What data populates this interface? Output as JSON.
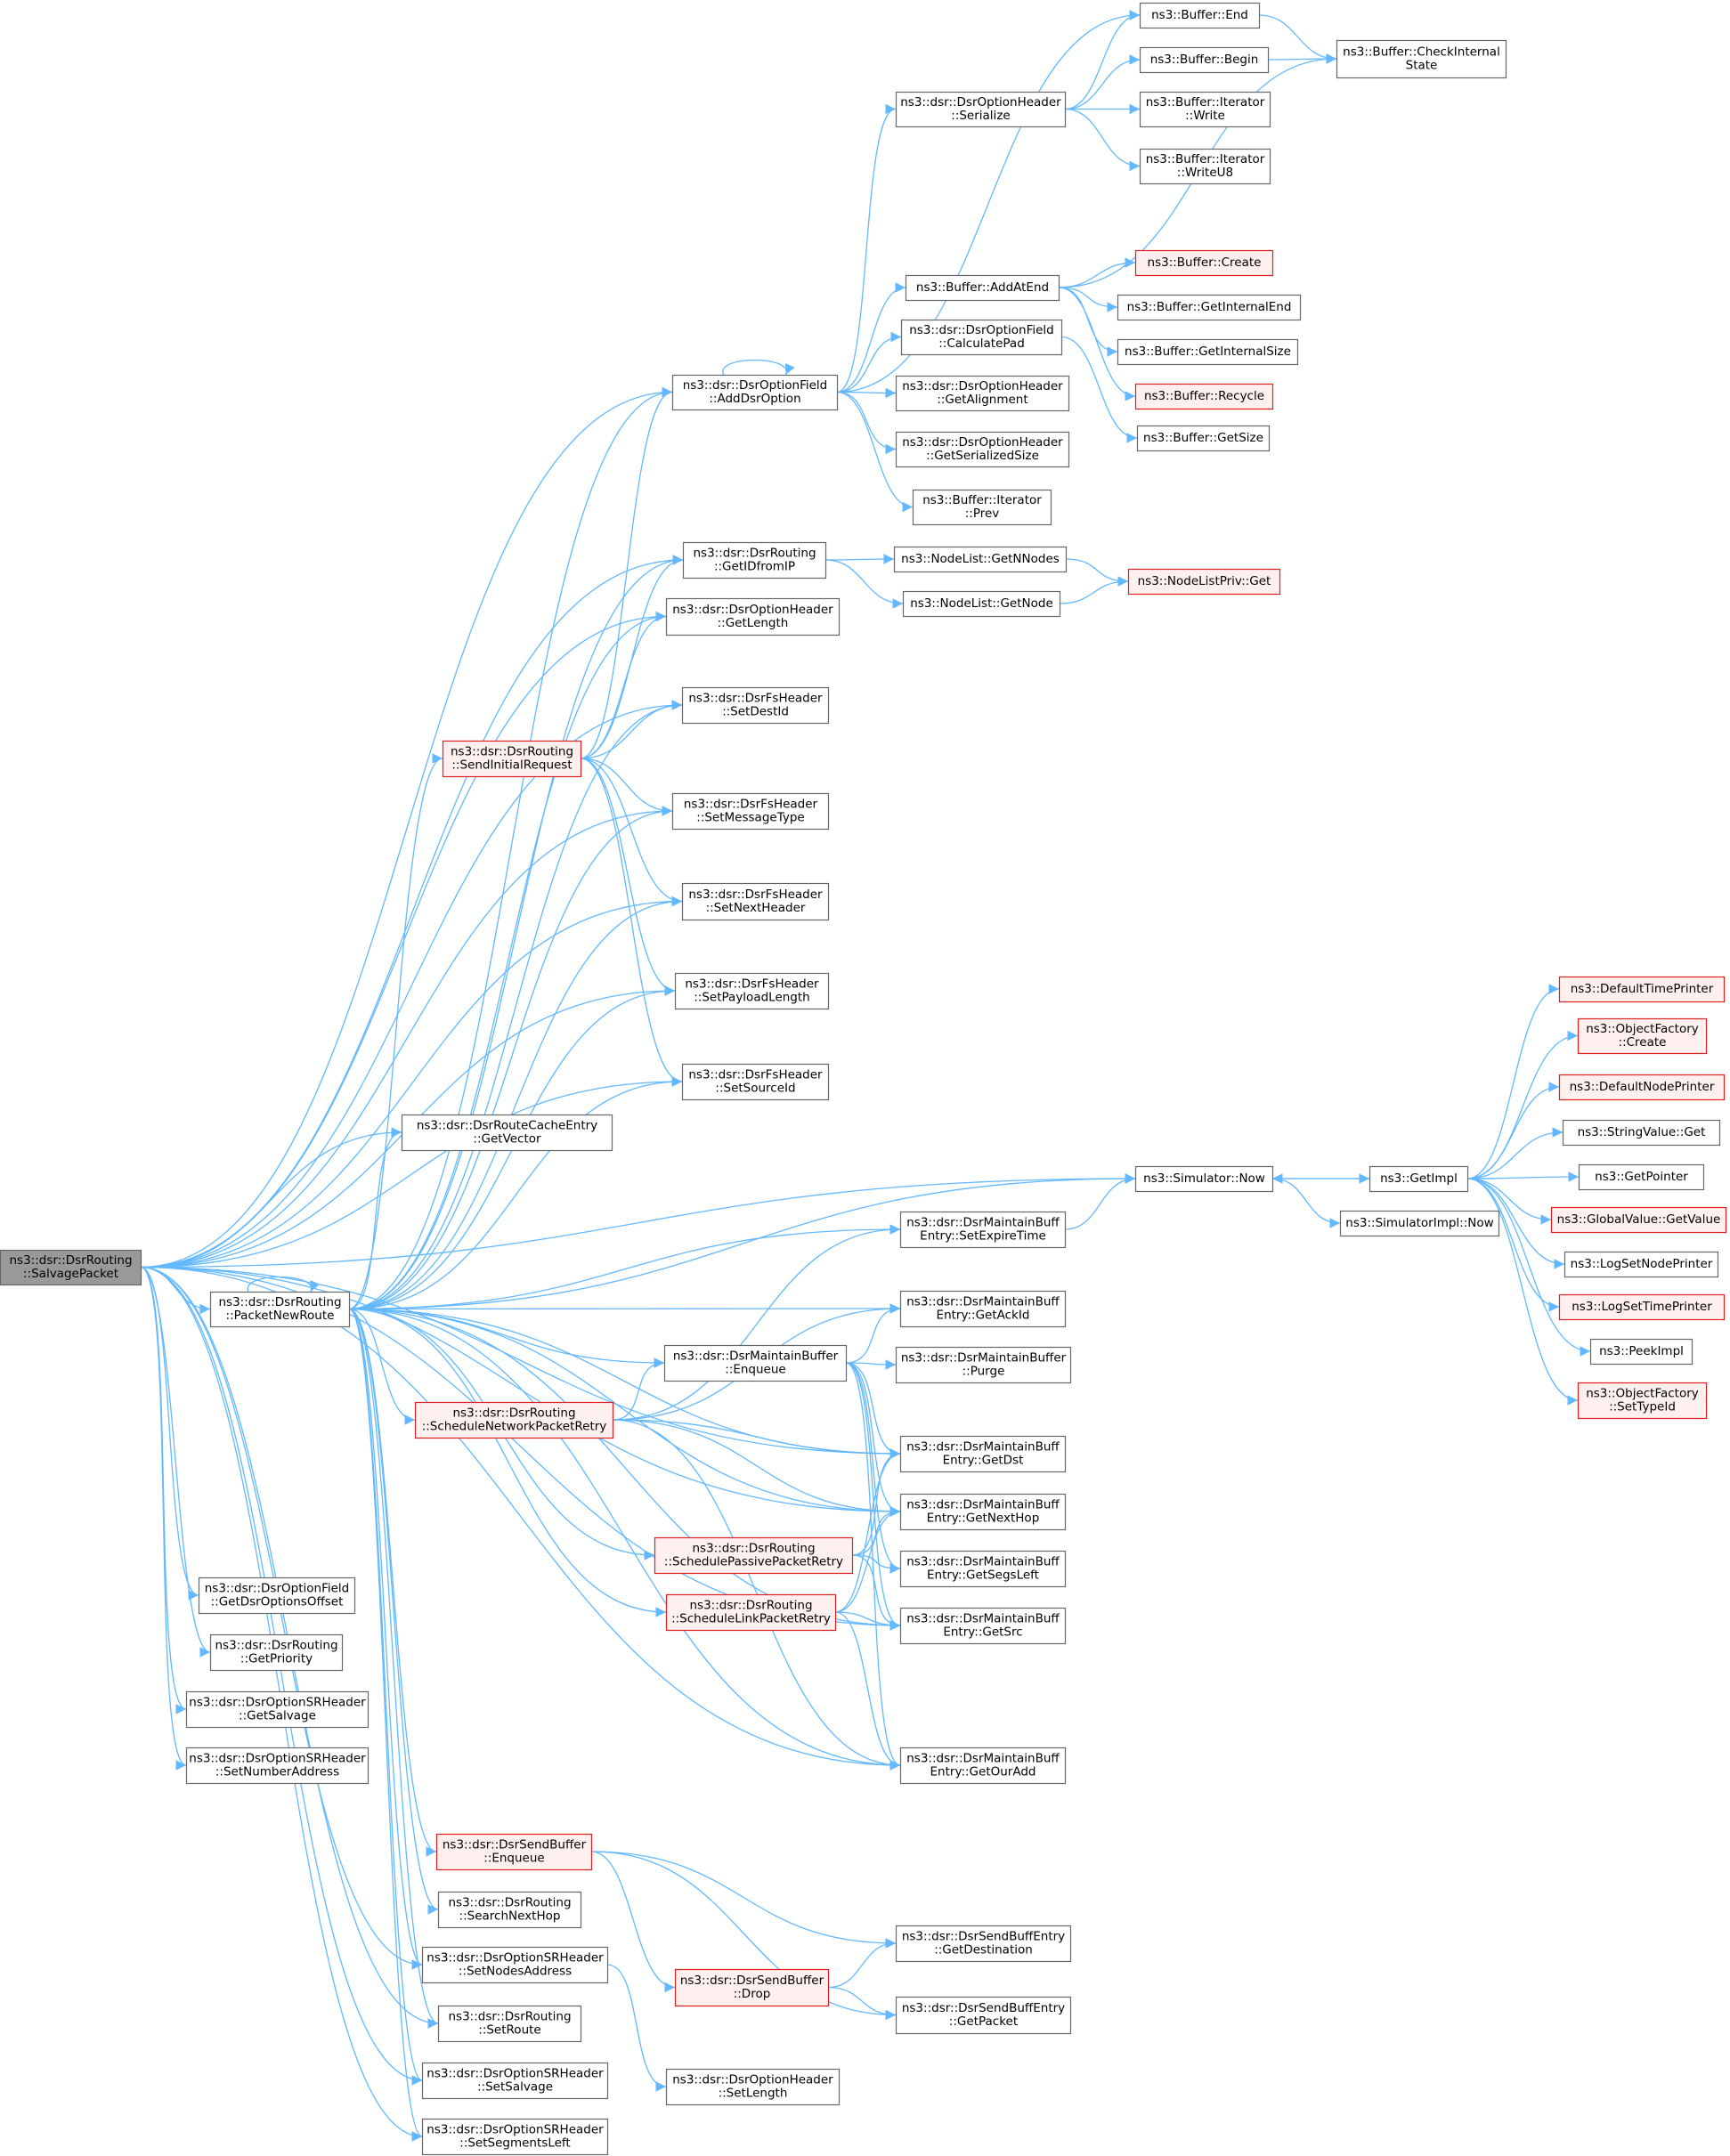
{
  "nodes": [
    {
      "id": "n0",
      "lines": [
        "ns3::dsr::DsrRouting",
        "::SalvagePacket"
      ],
      "style": "root",
      "interactable": false
    },
    {
      "id": "n1",
      "lines": [
        "ns3::dsr::DsrRouting",
        "::PacketNewRoute"
      ],
      "style": "normal"
    },
    {
      "id": "n2",
      "lines": [
        "ns3::dsr::DsrOptionField",
        "::AddDsrOption"
      ],
      "style": "normal"
    },
    {
      "id": "n3",
      "lines": [
        "ns3::dsr::DsrOptionHeader",
        "::Serialize"
      ],
      "style": "normal"
    },
    {
      "id": "n4",
      "lines": [
        "ns3::Buffer::End"
      ],
      "style": "normal"
    },
    {
      "id": "n5",
      "lines": [
        "ns3::Buffer::CheckInternal",
        "State"
      ],
      "style": "normal"
    },
    {
      "id": "n6",
      "lines": [
        "ns3::Buffer::Begin"
      ],
      "style": "normal"
    },
    {
      "id": "n7",
      "lines": [
        "ns3::Buffer::Iterator",
        "::Write"
      ],
      "style": "normal"
    },
    {
      "id": "n8",
      "lines": [
        "ns3::Buffer::Iterator",
        "::WriteU8"
      ],
      "style": "normal"
    },
    {
      "id": "n9",
      "lines": [
        "ns3::Buffer::AddAtEnd"
      ],
      "style": "normal"
    },
    {
      "id": "n10",
      "lines": [
        "ns3::Buffer::Create"
      ],
      "style": "red"
    },
    {
      "id": "n11",
      "lines": [
        "ns3::Buffer::GetInternalEnd"
      ],
      "style": "normal"
    },
    {
      "id": "n12",
      "lines": [
        "ns3::Buffer::GetInternalSize"
      ],
      "style": "normal"
    },
    {
      "id": "n13",
      "lines": [
        "ns3::Buffer::Recycle"
      ],
      "style": "red"
    },
    {
      "id": "n14",
      "lines": [
        "ns3::dsr::DsrOptionField",
        "::CalculatePad"
      ],
      "style": "normal"
    },
    {
      "id": "n15",
      "lines": [
        "ns3::Buffer::GetSize"
      ],
      "style": "normal"
    },
    {
      "id": "n16",
      "lines": [
        "ns3::dsr::DsrOptionHeader",
        "::GetAlignment"
      ],
      "style": "normal"
    },
    {
      "id": "n17",
      "lines": [
        "ns3::dsr::DsrOptionHeader",
        "::GetSerializedSize"
      ],
      "style": "normal"
    },
    {
      "id": "n18",
      "lines": [
        "ns3::Buffer::Iterator",
        "::Prev"
      ],
      "style": "normal"
    },
    {
      "id": "n19",
      "lines": [
        "ns3::dsr::DsrRouting",
        "::GetIDfromIP"
      ],
      "style": "normal"
    },
    {
      "id": "n20",
      "lines": [
        "ns3::NodeList::GetNNodes"
      ],
      "style": "normal"
    },
    {
      "id": "n21",
      "lines": [
        "ns3::NodeListPriv::Get"
      ],
      "style": "red"
    },
    {
      "id": "n22",
      "lines": [
        "ns3::NodeList::GetNode"
      ],
      "style": "normal"
    },
    {
      "id": "n23",
      "lines": [
        "ns3::dsr::DsrOptionHeader",
        "::GetLength"
      ],
      "style": "normal"
    },
    {
      "id": "n24",
      "lines": [
        "ns3::dsr::DsrFsHeader",
        "::SetDestId"
      ],
      "style": "normal"
    },
    {
      "id": "n25",
      "lines": [
        "ns3::dsr::DsrRouting",
        "::SendInitialRequest"
      ],
      "style": "red"
    },
    {
      "id": "n26",
      "lines": [
        "ns3::dsr::DsrFsHeader",
        "::SetMessageType"
      ],
      "style": "normal"
    },
    {
      "id": "n27",
      "lines": [
        "ns3::dsr::DsrFsHeader",
        "::SetNextHeader"
      ],
      "style": "normal"
    },
    {
      "id": "n28",
      "lines": [
        "ns3::dsr::DsrFsHeader",
        "::SetPayloadLength"
      ],
      "style": "normal"
    },
    {
      "id": "n29",
      "lines": [
        "ns3::dsr::DsrFsHeader",
        "::SetSourceId"
      ],
      "style": "normal"
    },
    {
      "id": "n30",
      "lines": [
        "ns3::dsr::DsrRouteCacheEntry",
        "::GetVector"
      ],
      "style": "normal"
    },
    {
      "id": "n31",
      "lines": [
        "ns3::Simulator::Now"
      ],
      "style": "normal"
    },
    {
      "id": "n32",
      "lines": [
        "ns3::GetImpl"
      ],
      "style": "normal"
    },
    {
      "id": "n33",
      "lines": [
        "ns3::SimulatorImpl::Now"
      ],
      "style": "normal"
    },
    {
      "id": "n34",
      "lines": [
        "ns3::DefaultTimePrinter"
      ],
      "style": "red"
    },
    {
      "id": "n35",
      "lines": [
        "ns3::ObjectFactory",
        "::Create"
      ],
      "style": "red"
    },
    {
      "id": "n36",
      "lines": [
        "ns3::DefaultNodePrinter"
      ],
      "style": "red"
    },
    {
      "id": "n37",
      "lines": [
        "ns3::StringValue::Get"
      ],
      "style": "normal"
    },
    {
      "id": "n38",
      "lines": [
        "ns3::GetPointer"
      ],
      "style": "normal"
    },
    {
      "id": "n39",
      "lines": [
        "ns3::GlobalValue::GetValue"
      ],
      "style": "red"
    },
    {
      "id": "n40",
      "lines": [
        "ns3::LogSetNodePrinter"
      ],
      "style": "normal"
    },
    {
      "id": "n41",
      "lines": [
        "ns3::LogSetTimePrinter"
      ],
      "style": "red"
    },
    {
      "id": "n42",
      "lines": [
        "ns3::PeekImpl"
      ],
      "style": "normal"
    },
    {
      "id": "n43",
      "lines": [
        "ns3::ObjectFactory",
        "::SetTypeId"
      ],
      "style": "red"
    },
    {
      "id": "n44",
      "lines": [
        "ns3::dsr::DsrMaintainBuff",
        "Entry::SetExpireTime"
      ],
      "style": "normal"
    },
    {
      "id": "n45",
      "lines": [
        "ns3::dsr::DsrMaintainBuff",
        "Entry::GetAckId"
      ],
      "style": "normal"
    },
    {
      "id": "n46",
      "lines": [
        "ns3::dsr::DsrMaintainBuffer",
        "::Enqueue"
      ],
      "style": "normal"
    },
    {
      "id": "n47",
      "lines": [
        "ns3::dsr::DsrMaintainBuffer",
        "::Purge"
      ],
      "style": "normal"
    },
    {
      "id": "n48",
      "lines": [
        "ns3::dsr::DsrRouting",
        "::ScheduleNetworkPacketRetry"
      ],
      "style": "red"
    },
    {
      "id": "n49",
      "lines": [
        "ns3::dsr::DsrMaintainBuff",
        "Entry::GetDst"
      ],
      "style": "normal"
    },
    {
      "id": "n50",
      "lines": [
        "ns3::dsr::DsrMaintainBuff",
        "Entry::GetNextHop"
      ],
      "style": "normal"
    },
    {
      "id": "n51",
      "lines": [
        "ns3::dsr::DsrRouting",
        "::SchedulePassivePacketRetry"
      ],
      "style": "red"
    },
    {
      "id": "n52",
      "lines": [
        "ns3::dsr::DsrMaintainBuff",
        "Entry::GetSegsLeft"
      ],
      "style": "normal"
    },
    {
      "id": "n53",
      "lines": [
        "ns3::dsr::DsrRouting",
        "::ScheduleLinkPacketRetry"
      ],
      "style": "red"
    },
    {
      "id": "n54",
      "lines": [
        "ns3::dsr::DsrMaintainBuff",
        "Entry::GetSrc"
      ],
      "style": "normal"
    },
    {
      "id": "n55",
      "lines": [
        "ns3::dsr::DsrOptionField",
        "::GetDsrOptionsOffset"
      ],
      "style": "normal"
    },
    {
      "id": "n56",
      "lines": [
        "ns3::dsr::DsrRouting",
        "::GetPriority"
      ],
      "style": "normal"
    },
    {
      "id": "n57",
      "lines": [
        "ns3::dsr::DsrOptionSRHeader",
        "::GetSalvage"
      ],
      "style": "normal"
    },
    {
      "id": "n58",
      "lines": [
        "ns3::dsr::DsrOptionSRHeader",
        "::SetNumberAddress"
      ],
      "style": "normal"
    },
    {
      "id": "n59",
      "lines": [
        "ns3::dsr::DsrMaintainBuff",
        "Entry::GetOurAdd"
      ],
      "style": "normal"
    },
    {
      "id": "n60",
      "lines": [
        "ns3::dsr::DsrSendBuffer",
        "::Enqueue"
      ],
      "style": "red"
    },
    {
      "id": "n61",
      "lines": [
        "ns3::dsr::DsrRouting",
        "::SearchNextHop"
      ],
      "style": "normal"
    },
    {
      "id": "n62",
      "lines": [
        "ns3::dsr::DsrSendBuffEntry",
        "::GetDestination"
      ],
      "style": "normal"
    },
    {
      "id": "n63",
      "lines": [
        "ns3::dsr::DsrSendBuffer",
        "::Drop"
      ],
      "style": "red"
    },
    {
      "id": "n64",
      "lines": [
        "ns3::dsr::DsrOptionSRHeader",
        "::SetNodesAddress"
      ],
      "style": "normal"
    },
    {
      "id": "n65",
      "lines": [
        "ns3::dsr::DsrSendBuffEntry",
        "::GetPacket"
      ],
      "style": "normal"
    },
    {
      "id": "n66",
      "lines": [
        "ns3::dsr::DsrRouting",
        "::SetRoute"
      ],
      "style": "normal"
    },
    {
      "id": "n67",
      "lines": [
        "ns3::dsr::DsrOptionHeader",
        "::SetLength"
      ],
      "style": "normal"
    },
    {
      "id": "n68",
      "lines": [
        "ns3::dsr::DsrOptionSRHeader",
        "::SetSalvage"
      ],
      "style": "normal"
    },
    {
      "id": "n69",
      "lines": [
        "ns3::dsr::DsrOptionSRHeader",
        "::SetSegmentsLeft"
      ],
      "style": "normal"
    }
  ],
  "edges": [
    [
      "n0",
      "n2"
    ],
    [
      "n0",
      "n19"
    ],
    [
      "n0",
      "n23"
    ],
    [
      "n0",
      "n24"
    ],
    [
      "n0",
      "n26"
    ],
    [
      "n0",
      "n27"
    ],
    [
      "n0",
      "n28"
    ],
    [
      "n0",
      "n29"
    ],
    [
      "n0",
      "n30"
    ],
    [
      "n0",
      "n31"
    ],
    [
      "n0",
      "n1"
    ],
    [
      "n0",
      "n55"
    ],
    [
      "n0",
      "n56"
    ],
    [
      "n0",
      "n57"
    ],
    [
      "n0",
      "n58"
    ],
    [
      "n0",
      "n49"
    ],
    [
      "n0",
      "n50"
    ],
    [
      "n0",
      "n54"
    ],
    [
      "n0",
      "n59"
    ],
    [
      "n0",
      "n64"
    ],
    [
      "n0",
      "n66"
    ],
    [
      "n0",
      "n68"
    ],
    [
      "n0",
      "n69"
    ],
    [
      "n1",
      "n1"
    ],
    [
      "n1",
      "n2"
    ],
    [
      "n1",
      "n19"
    ],
    [
      "n1",
      "n23"
    ],
    [
      "n1",
      "n24"
    ],
    [
      "n1",
      "n25"
    ],
    [
      "n1",
      "n26"
    ],
    [
      "n1",
      "n27"
    ],
    [
      "n1",
      "n28"
    ],
    [
      "n1",
      "n29"
    ],
    [
      "n1",
      "n30"
    ],
    [
      "n1",
      "n31"
    ],
    [
      "n1",
      "n44"
    ],
    [
      "n1",
      "n45"
    ],
    [
      "n1",
      "n46"
    ],
    [
      "n1",
      "n48"
    ],
    [
      "n1",
      "n49"
    ],
    [
      "n1",
      "n50"
    ],
    [
      "n1",
      "n51"
    ],
    [
      "n1",
      "n53"
    ],
    [
      "n1",
      "n54"
    ],
    [
      "n1",
      "n59"
    ],
    [
      "n1",
      "n60"
    ],
    [
      "n1",
      "n61"
    ],
    [
      "n1",
      "n64"
    ],
    [
      "n1",
      "n66"
    ],
    [
      "n1",
      "n68"
    ],
    [
      "n1",
      "n69"
    ],
    [
      "n2",
      "n2"
    ],
    [
      "n2",
      "n3"
    ],
    [
      "n2",
      "n4"
    ],
    [
      "n2",
      "n9"
    ],
    [
      "n2",
      "n14"
    ],
    [
      "n2",
      "n16"
    ],
    [
      "n2",
      "n17"
    ],
    [
      "n2",
      "n18"
    ],
    [
      "n3",
      "n4"
    ],
    [
      "n3",
      "n6"
    ],
    [
      "n3",
      "n7"
    ],
    [
      "n3",
      "n8"
    ],
    [
      "n4",
      "n5"
    ],
    [
      "n6",
      "n5"
    ],
    [
      "n9",
      "n5"
    ],
    [
      "n9",
      "n10"
    ],
    [
      "n9",
      "n11"
    ],
    [
      "n9",
      "n12"
    ],
    [
      "n9",
      "n13"
    ],
    [
      "n14",
      "n15"
    ],
    [
      "n19",
      "n20"
    ],
    [
      "n19",
      "n22"
    ],
    [
      "n20",
      "n21"
    ],
    [
      "n22",
      "n21"
    ],
    [
      "n25",
      "n2"
    ],
    [
      "n25",
      "n19"
    ],
    [
      "n25",
      "n23"
    ],
    [
      "n25",
      "n24"
    ],
    [
      "n25",
      "n26"
    ],
    [
      "n25",
      "n27"
    ],
    [
      "n25",
      "n28"
    ],
    [
      "n25",
      "n29"
    ],
    [
      "n31",
      "n32"
    ],
    [
      "n31",
      "n33"
    ],
    [
      "n32",
      "n31"
    ],
    [
      "n32",
      "n34"
    ],
    [
      "n32",
      "n35"
    ],
    [
      "n32",
      "n36"
    ],
    [
      "n32",
      "n37"
    ],
    [
      "n32",
      "n38"
    ],
    [
      "n32",
      "n39"
    ],
    [
      "n32",
      "n40"
    ],
    [
      "n32",
      "n41"
    ],
    [
      "n32",
      "n42"
    ],
    [
      "n32",
      "n43"
    ],
    [
      "n46",
      "n45"
    ],
    [
      "n46",
      "n47"
    ],
    [
      "n46",
      "n49"
    ],
    [
      "n46",
      "n50"
    ],
    [
      "n46",
      "n52"
    ],
    [
      "n46",
      "n54"
    ],
    [
      "n46",
      "n59"
    ],
    [
      "n48",
      "n44"
    ],
    [
      "n48",
      "n45"
    ],
    [
      "n48",
      "n46"
    ],
    [
      "n48",
      "n49"
    ],
    [
      "n48",
      "n50"
    ],
    [
      "n48",
      "n59"
    ],
    [
      "n51",
      "n49"
    ],
    [
      "n51",
      "n50"
    ],
    [
      "n51",
      "n52"
    ],
    [
      "n51",
      "n54"
    ],
    [
      "n53",
      "n49"
    ],
    [
      "n53",
      "n50"
    ],
    [
      "n53",
      "n54"
    ],
    [
      "n53",
      "n59"
    ],
    [
      "n44",
      "n31"
    ],
    [
      "n60",
      "n62"
    ],
    [
      "n60",
      "n63"
    ],
    [
      "n60",
      "n65"
    ],
    [
      "n63",
      "n62"
    ],
    [
      "n63",
      "n65"
    ],
    [
      "n64",
      "n67"
    ]
  ]
}
